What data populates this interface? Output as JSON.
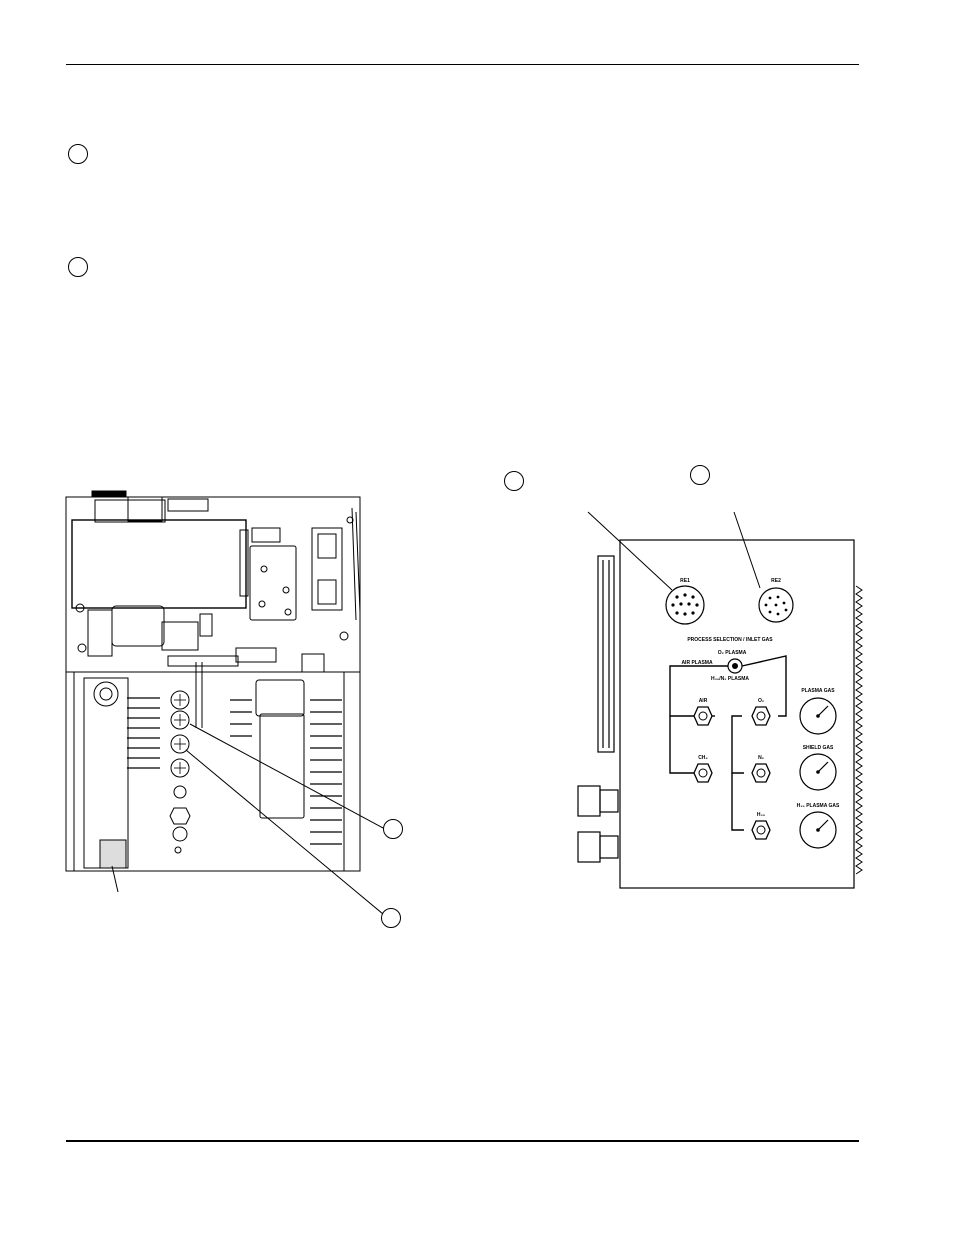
{
  "panel_labels": {
    "receptacle_1": "RE1",
    "receptacle_2": "RE2",
    "section_title": "PROCESS SELECTION / INLET GAS",
    "o2_plasma": "O₂ PLASMA",
    "air_plasma": "AIR PLASMA",
    "h35_plasma": "H₃₅/N₂ PLASMA",
    "inlet_air": "AIR",
    "inlet_ch4": "CH₄",
    "inlet_o2": "O₂",
    "inlet_n2": "N₂",
    "inlet_h35": "H₃₅",
    "gauge_plasma": "PLASMA GAS",
    "gauge_shield": "SHIELD GAS",
    "gauge_h35": "H₃₅ PLASMA GAS"
  }
}
